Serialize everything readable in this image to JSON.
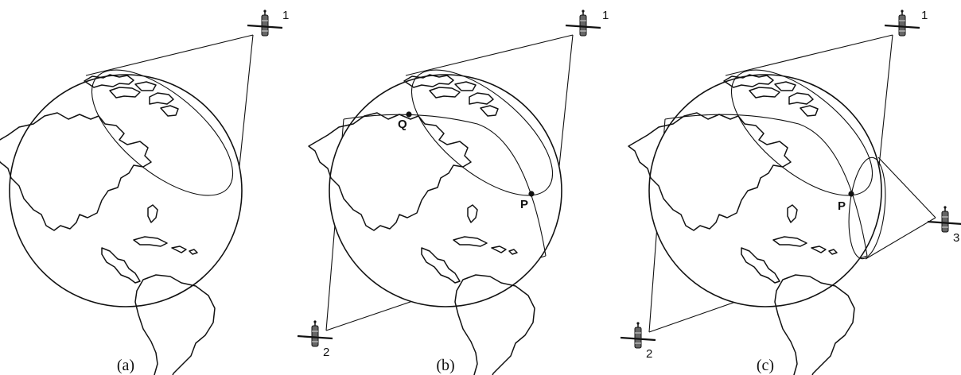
{
  "panels": [
    {
      "id": "a",
      "caption": "(a)",
      "satellites": [
        "1"
      ],
      "points": []
    },
    {
      "id": "b",
      "caption": "(b)",
      "satellites": [
        "1",
        "2"
      ],
      "points": [
        "Q",
        "P"
      ]
    },
    {
      "id": "c",
      "caption": "(c)",
      "satellites": [
        "1",
        "2",
        "3"
      ],
      "points": [
        "P"
      ]
    }
  ]
}
